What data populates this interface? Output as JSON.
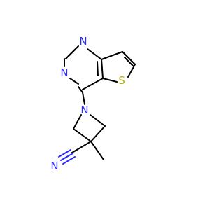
{
  "molecule": {
    "atoms": {
      "n1": "N",
      "n3": "N",
      "n_azetidine": "N",
      "s": "S",
      "n_nitrile": "N"
    },
    "colors": {
      "nitrogen": "#2b2bff",
      "sulfur": "#b8b000",
      "carbon_bond": "#000000",
      "background": "#ffffff"
    }
  }
}
